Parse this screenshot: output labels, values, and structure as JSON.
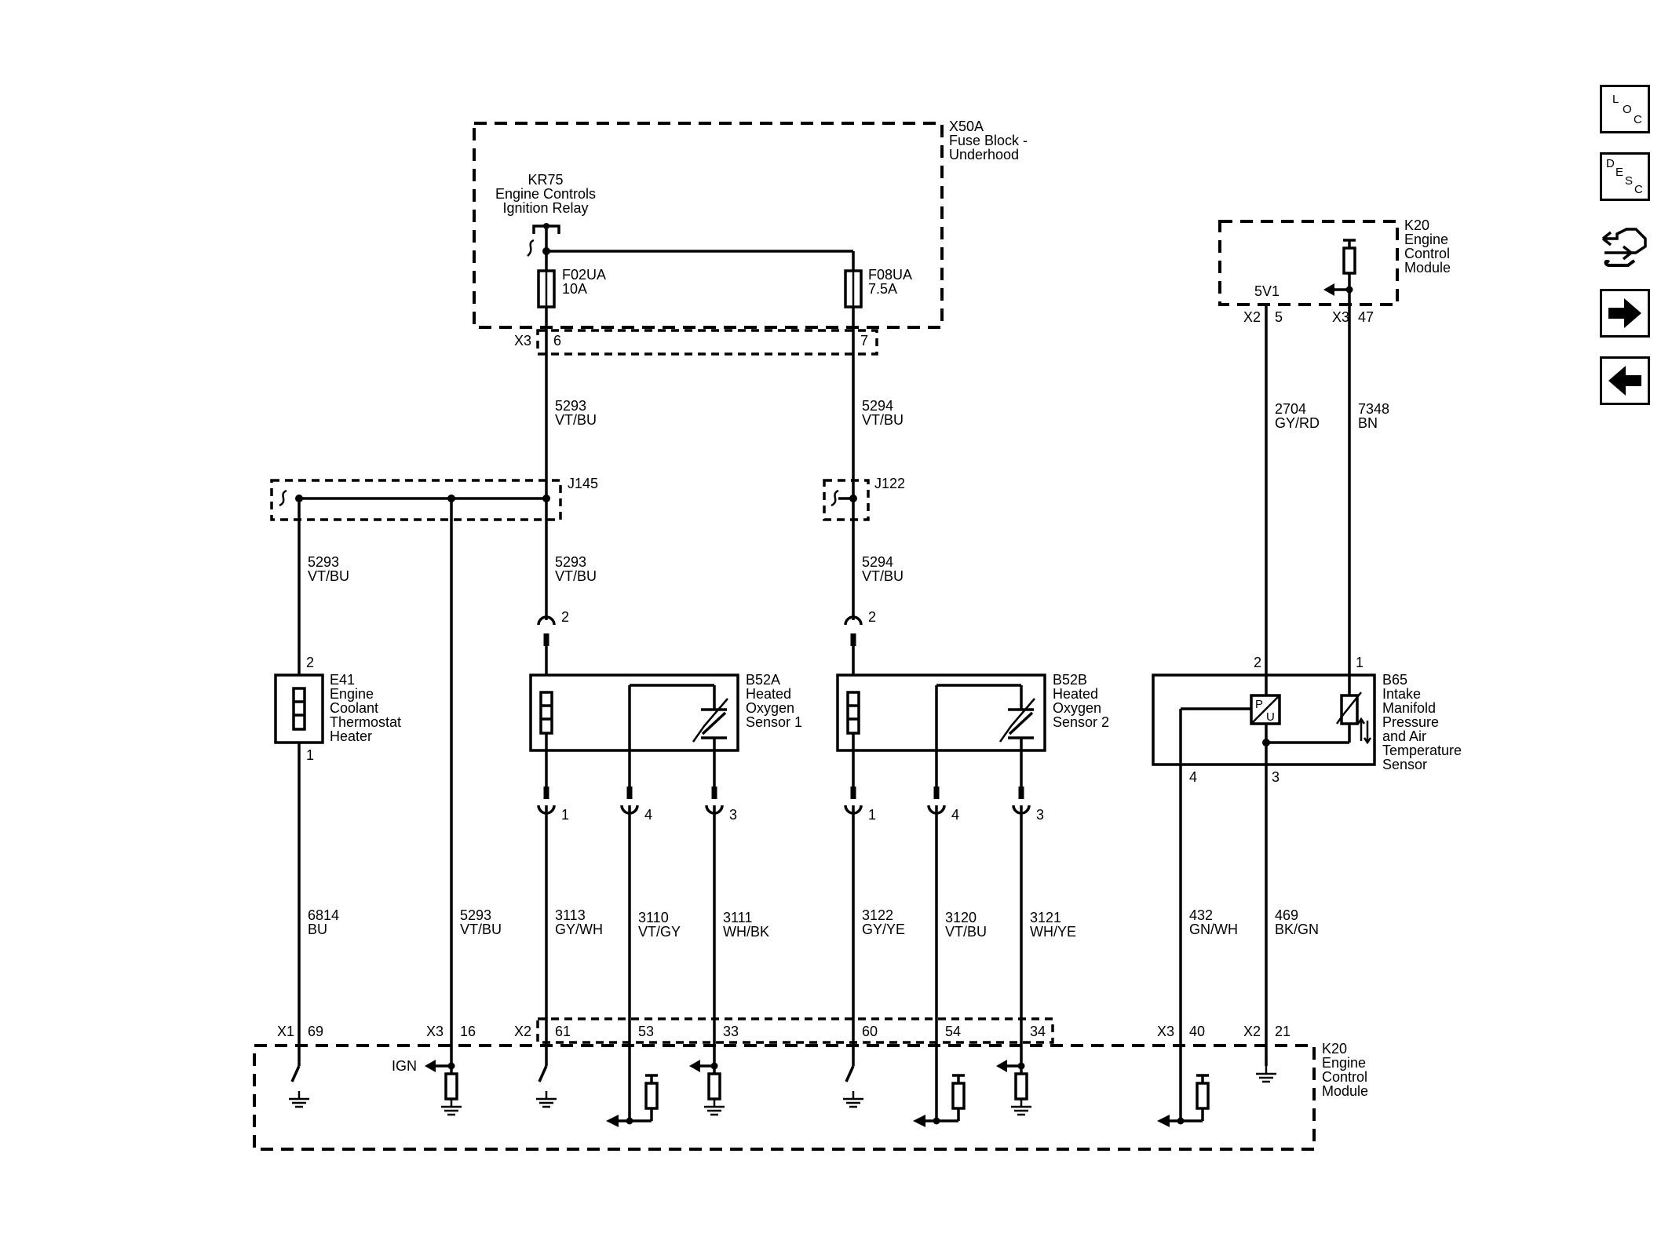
{
  "nav": {
    "loc": [
      "L",
      "O",
      "C"
    ],
    "desc": [
      "D",
      "E",
      "S",
      "C"
    ],
    "icons": [
      "connector-icon",
      "arrow-right-icon",
      "arrow-left-icon"
    ]
  },
  "components": {
    "x50a": [
      "X50A",
      "Fuse Block -",
      "Underhood"
    ],
    "kr75": [
      "KR75",
      "Engine Controls",
      "Ignition Relay"
    ],
    "f02ua": [
      "F02UA",
      "10A"
    ],
    "f08ua": [
      "F08UA",
      "7.5A"
    ],
    "k20_top": [
      "K20",
      "Engine",
      "Control",
      "Module"
    ],
    "k20_bottom": [
      "K20",
      "Engine",
      "Control",
      "Module"
    ],
    "j145": "J145",
    "j122": "J122",
    "e41": [
      "E41",
      "Engine",
      "Coolant",
      "Thermostat",
      "Heater"
    ],
    "b52a": [
      "B52A",
      "Heated",
      "Oxygen",
      "Sensor 1"
    ],
    "b52b": [
      "B52B",
      "Heated",
      "Oxygen",
      "Sensor 2"
    ],
    "b65": [
      "B65",
      "Intake",
      "Manifold",
      "Pressure",
      "and Air",
      "Temperature",
      "Sensor"
    ],
    "ref_5v1": "5V1",
    "ign": "IGN",
    "pu": [
      "P",
      "U"
    ]
  },
  "connectors": {
    "x3_top": "X3",
    "x3_top_6": "6",
    "x3_top_7": "7",
    "k20t_x2": "X2",
    "k20t_5": "5",
    "k20t_x3": "X3",
    "k20t_47": "47",
    "e41_2": "2",
    "e41_1": "1",
    "b52a_2": "2",
    "b52a_1": "1",
    "b52a_4": "4",
    "b52a_3": "3",
    "b52b_2": "2",
    "b52b_1": "1",
    "b52b_4": "4",
    "b52b_3": "3",
    "b65_2": "2",
    "b65_1": "1",
    "b65_4": "4",
    "b65_3": "3",
    "k20b_x1": "X1",
    "k20b_69": "69",
    "k20b_x3a": "X3",
    "k20b_16": "16",
    "k20b_x2a": "X2",
    "k20b_61": "61",
    "k20b_53": "53",
    "k20b_33": "33",
    "k20b_60": "60",
    "k20b_54": "54",
    "k20b_34": "34",
    "k20b_x3b": "X3",
    "k20b_40": "40",
    "k20b_x2b": "X2",
    "k20b_21": "21"
  },
  "wires": {
    "w5293_a": [
      "5293",
      "VT/BU"
    ],
    "w5294_a": [
      "5294",
      "VT/BU"
    ],
    "w2704": [
      "2704",
      "GY/RD"
    ],
    "w7348": [
      "7348",
      "BN"
    ],
    "w5293_b": [
      "5293",
      "VT/BU"
    ],
    "w5293_c": [
      "5293",
      "VT/BU"
    ],
    "w5294_b": [
      "5294",
      "VT/BU"
    ],
    "w6814": [
      "6814",
      "BU"
    ],
    "w5293_d": [
      "5293",
      "VT/BU"
    ],
    "w3113": [
      "3113",
      "GY/WH"
    ],
    "w3110": [
      "3110",
      "VT/GY"
    ],
    "w3111": [
      "3111",
      "WH/BK"
    ],
    "w3122": [
      "3122",
      "GY/YE"
    ],
    "w3120": [
      "3120",
      "VT/BU"
    ],
    "w3121": [
      "3121",
      "WH/YE"
    ],
    "w432": [
      "432",
      "GN/WH"
    ],
    "w469": [
      "469",
      "BK/GN"
    ]
  }
}
